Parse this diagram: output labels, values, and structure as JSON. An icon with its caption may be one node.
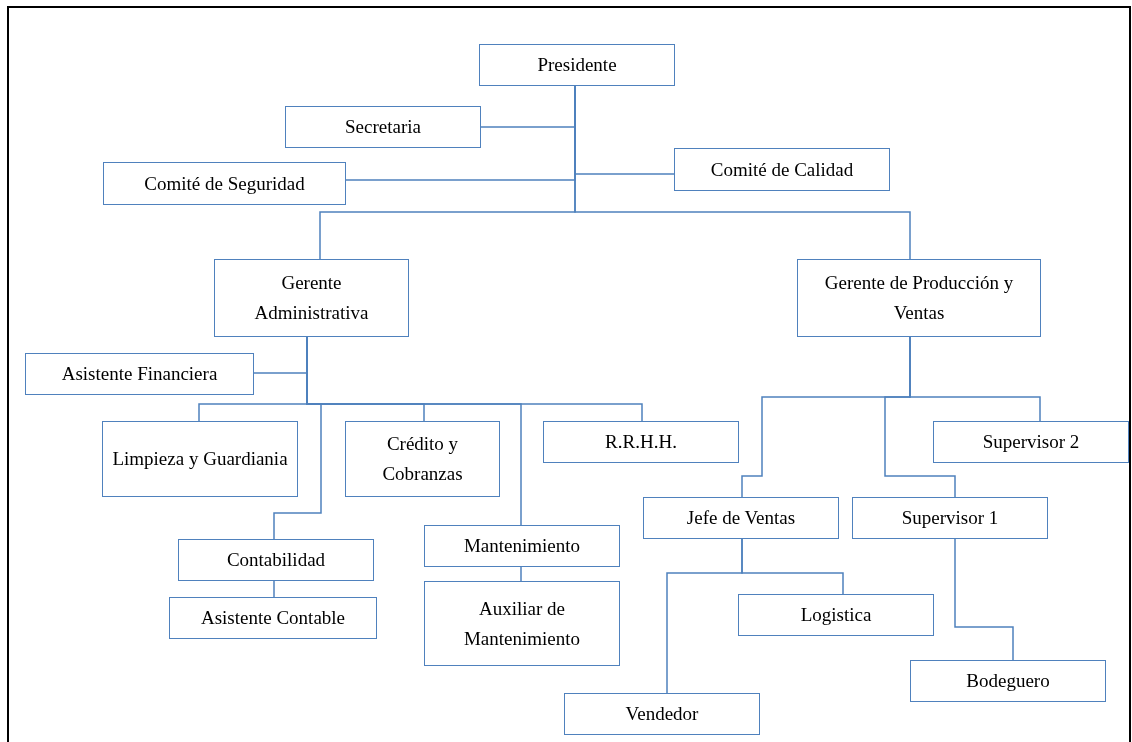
{
  "diagram": {
    "nodes": [
      {
        "text": [
          "Presidente"
        ]
      },
      {
        "text": [
          "Secretaria"
        ]
      },
      {
        "text": [
          "Comité de Seguridad"
        ]
      },
      {
        "text": [
          "Comité de Calidad"
        ]
      },
      {
        "text": [
          "Gerente Administrativa"
        ]
      },
      {
        "text": [
          "Gerente de Producción y Ventas"
        ]
      },
      {
        "text": [
          "Asistente Financiera"
        ]
      },
      {
        "text": [
          "Limpieza y Guardiania"
        ]
      },
      {
        "text": [
          "Crédito y Cobranzas"
        ]
      },
      {
        "text": [
          "R.R.H.H."
        ]
      },
      {
        "text": [
          "Contabilidad"
        ]
      },
      {
        "text": [
          "Asistente Contable"
        ]
      },
      {
        "text": [
          "Mantenimiento"
        ]
      },
      {
        "text": [
          "Auxiliar de Mantenimiento"
        ]
      },
      {
        "text": [
          "Supervisor 2"
        ]
      },
      {
        "text": [
          "Jefe de Ventas"
        ]
      },
      {
        "text": [
          "Supervisor 1"
        ]
      },
      {
        "text": [
          "Logistica"
        ]
      },
      {
        "text": [
          "Bodeguero"
        ]
      },
      {
        "text": [
          "Vendedor"
        ]
      }
    ],
    "edges": [
      {
        "from": 0,
        "to": 1,
        "arrow": "none"
      },
      {
        "from": 0,
        "to": 2,
        "arrow": "none"
      },
      {
        "from": 0,
        "to": 3,
        "arrow": "none"
      },
      {
        "from": 0,
        "to": 4,
        "arrow": "none"
      },
      {
        "from": 0,
        "to": 5,
        "arrow": "none"
      },
      {
        "from": 4,
        "to": 6,
        "arrow": "none"
      },
      {
        "from": 4,
        "to": 7,
        "arrow": "none"
      },
      {
        "from": 4,
        "to": 10,
        "arrow": "none"
      },
      {
        "from": 4,
        "to": 8,
        "arrow": "none"
      },
      {
        "from": 4,
        "to": 12,
        "arrow": "none"
      },
      {
        "from": 4,
        "to": 9,
        "arrow": "none"
      },
      {
        "from": 10,
        "to": 11,
        "arrow": "none"
      },
      {
        "from": 12,
        "to": 13,
        "arrow": "none"
      },
      {
        "from": 5,
        "to": 15,
        "arrow": "none"
      },
      {
        "from": 5,
        "to": 16,
        "arrow": "none"
      },
      {
        "from": 5,
        "to": 14,
        "arrow": "none"
      },
      {
        "from": 15,
        "to": 17,
        "arrow": "none"
      },
      {
        "from": 15,
        "to": 19,
        "arrow": "none"
      },
      {
        "from": 16,
        "to": 18,
        "arrow": "none"
      }
    ]
  }
}
